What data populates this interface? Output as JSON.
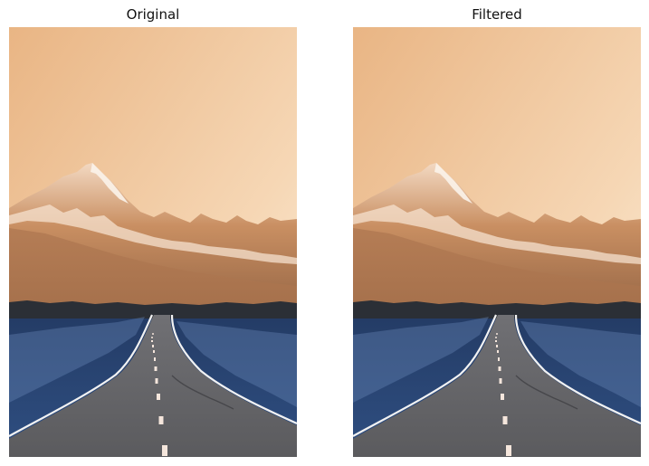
{
  "figure": {
    "panels": [
      {
        "title": "Original"
      },
      {
        "title": "Filtered"
      }
    ]
  },
  "scene": {
    "subject": "snow-capped mountain with road",
    "colors": {
      "sky_top": "#e9b584",
      "sky_bottom": "#fcefdc",
      "mountain_light": "#f3d9c2",
      "mountain_mid": "#c98f62",
      "mountain_dark": "#9b6a48",
      "foothill": "#a6714c",
      "treeline": "#2b2f36",
      "field": "#2f4f82",
      "field_light": "#6f8fbf",
      "road": "#5b5b5e",
      "road_edge": "#f2f2f2",
      "lane_mark": "#f5e6dc"
    }
  }
}
